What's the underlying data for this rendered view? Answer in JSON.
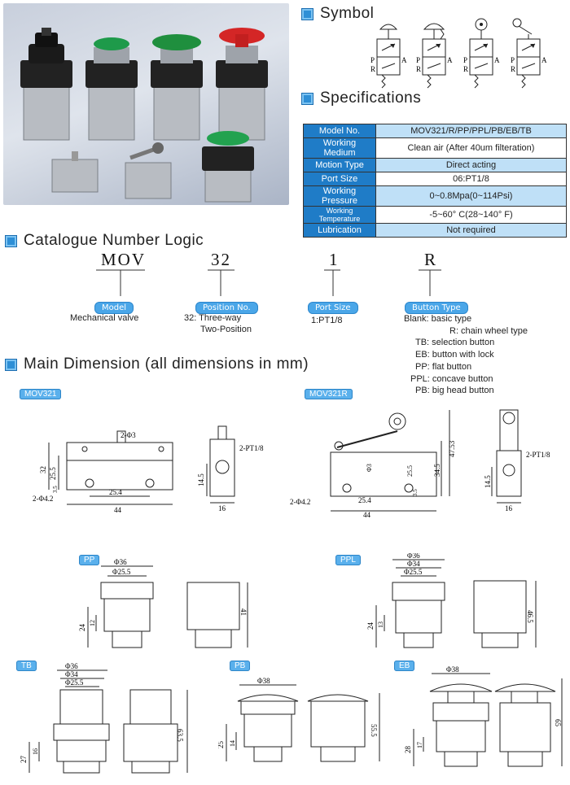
{
  "symbol": {
    "title": "Symbol",
    "port_p": "P",
    "port_r": "R",
    "port_a": "A"
  },
  "specifications": {
    "title": "Specifications",
    "rows": [
      {
        "key": "Model No.",
        "value": "MOV321/R/PP/PPL/PB/EB/TB"
      },
      {
        "key": "Working Medium",
        "value": "Clean air (After 40um filteration)"
      },
      {
        "key": "Motion Type",
        "value": "Direct acting"
      },
      {
        "key": "Port Size",
        "value": "06:PT1/8"
      },
      {
        "key": "Working Pressure",
        "value": "0~0.8Mpa(0~114Psi)"
      },
      {
        "key": "Working Temperature",
        "value": "-5~60° C(28~140° F)"
      },
      {
        "key": "Lubrication",
        "value": "Not required"
      }
    ]
  },
  "catalogue": {
    "title": "Catalogue Number Logic",
    "codes": [
      "MOV",
      "32",
      "1",
      "R"
    ],
    "labels": [
      "Model",
      "Position No.",
      "Port Size",
      "Button Type"
    ],
    "model_desc": "Mechanical valve",
    "position_desc_1": "32: Three-way",
    "position_desc_2": "Two-Position",
    "port_desc": "1:PT1/8",
    "button_types": [
      "Blank: basic type",
      "R: chain wheel type",
      "TB: selection button",
      "EB: button with lock",
      "PP: flat button",
      "PPL: concave button",
      "PB: big head button"
    ]
  },
  "dimension": {
    "title": "Main Dimension (all dimensions in mm)",
    "mov321": {
      "tag": "MOV321",
      "d_2phi3": "2-Φ3",
      "d_32": "32",
      "d_25_5": "25.5",
      "d_2phi42": "2-Φ4.2",
      "d_25_4": "25.4",
      "d_44": "44",
      "d_3_5": "3.5",
      "d_2pt": "2-PT1/8",
      "d_14_5": "14.5",
      "d_16": "16"
    },
    "mov321r": {
      "tag": "MOV321R",
      "d_47_53": "47.53",
      "d_34_5": "34.5",
      "d_25_5": "25.5",
      "d_phi3": "Φ3",
      "d_2phi42": "2-Φ4.2",
      "d_25_4": "25.4",
      "d_44": "44",
      "d_3_5": "3.5",
      "d_2pt": "2-PT1/8",
      "d_14_5": "14.5",
      "d_16": "16"
    },
    "pp": {
      "tag": "PP",
      "d_36": "Φ36",
      "d_25_5": "Φ25.5",
      "d_24": "24",
      "d_12": "12",
      "d_41": "41"
    },
    "ppl": {
      "tag": "PPL",
      "d_36": "Φ36",
      "d_34": "Φ34",
      "d_25_5": "Φ25.5",
      "d_24": "24",
      "d_13": "13",
      "d_46_5": "46.5"
    },
    "tb": {
      "tag": "TB",
      "d_36": "Φ36",
      "d_34": "Φ34",
      "d_25_5": "Φ25.5",
      "d_27": "27",
      "d_16": "16",
      "d_63_5": "63.5"
    },
    "pb": {
      "tag": "PB",
      "d_38": "Φ38",
      "d_25": "25",
      "d_14": "14",
      "d_55_5": "55.5"
    },
    "eb": {
      "tag": "EB",
      "d_38": "Φ38",
      "d_28": "28",
      "d_17": "17",
      "d_65": "65"
    }
  }
}
